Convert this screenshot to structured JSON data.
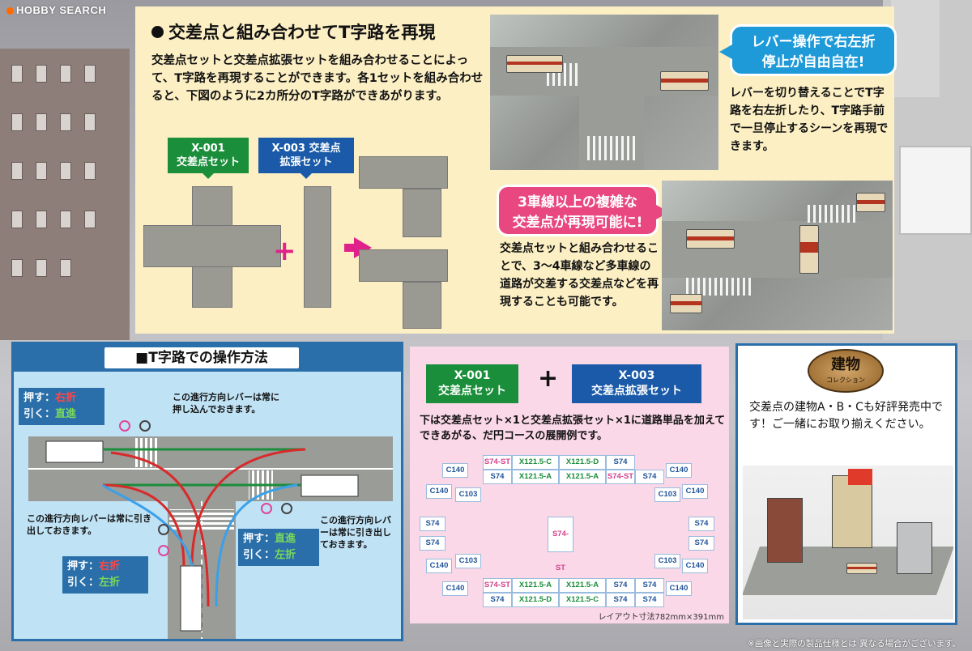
{
  "watermark": {
    "logo_text": "HOBBY SEARCH"
  },
  "top": {
    "heading": "交差点と組み合わせてT字路を再現",
    "intro": "交差点セットと交差点拡張セットを組み合わせることによって、T字路を再現することができます。各1セットを組み合わせると、下図のように2カ所分のT字路ができあがります。",
    "tag_x001_line1": "X-001",
    "tag_x001_line2": "交差点セット",
    "tag_x003_line1": "X-003 交差点",
    "tag_x003_line2": "拡張セット",
    "plus": "+",
    "lever_callout_line1": "レバー操作で右左折",
    "lever_callout_line2": "停止が自由自在!",
    "lever_text": "レバーを切り替えることでT字路を右左折したり、T字路手前で一旦停止するシーンを再現できます。",
    "lanes_callout_line1": "3車線以上の複雑な",
    "lanes_callout_line2": "交差点が再現可能に!",
    "lanes_text": "交差点セットと組み合わせることで、3～4車線など多車線の道路が交差する交差点などを再現することも可能です。"
  },
  "operation": {
    "title": "■T字路での操作方法",
    "legend_tl": {
      "push_label": "押す：",
      "push_value": "右折",
      "pull_label": "引く：",
      "pull_value": "直進"
    },
    "legend_mid": {
      "push_label": "押す：",
      "push_value": "直進",
      "pull_label": "引く：",
      "pull_value": "左折"
    },
    "legend_bottom": {
      "push_label": "押す：",
      "push_value": "右折",
      "pull_label": "引く：",
      "pull_value": "左折"
    },
    "note_top": "この進行方向レバーは常に押し込んでおきます。",
    "note_left": "この進行方向レバーは常に引き出しておきます。",
    "note_right": "この進行方向レバーは常に引き出しておきます。"
  },
  "layout": {
    "tag_x001_line1": "X-001",
    "tag_x001_line2": "交差点セット",
    "tag_x003_line1": "X-003",
    "tag_x003_line2": "交差点拡張セット",
    "plus": "+",
    "description": "下は交差点セット×1と交差点拡張セット×1に道路単品を加えてできあがる、だ円コースの展開例です。",
    "dimension": "レイアウト寸法782mm×391mm",
    "track_top": [
      "S74-ST",
      "X121.5-C",
      "X121.5-D",
      "S74"
    ],
    "track_top2": [
      "S74",
      "X121.5-A",
      "X121.5-A",
      "S74-ST",
      "S74"
    ],
    "track_bottom": [
      "S74-ST",
      "X121.5-A",
      "X121.5-A",
      "S74",
      "S74"
    ],
    "track_bottom2": [
      "S74",
      "X121.5-D",
      "X121.5-C",
      "S74",
      "S74"
    ],
    "curve_c140": "C140",
    "curve_c103": "C103",
    "side_s74": "S74",
    "side_s74st": "S74-ST"
  },
  "building": {
    "logo_main": "建物",
    "logo_sub": "コレクション",
    "text": "交差点の建物A・B・Cも好評発売中です！ご一緒にお取り揃えください。"
  },
  "footnote": "※画像と実際の製品仕様とは 異なる場合がございます。"
}
